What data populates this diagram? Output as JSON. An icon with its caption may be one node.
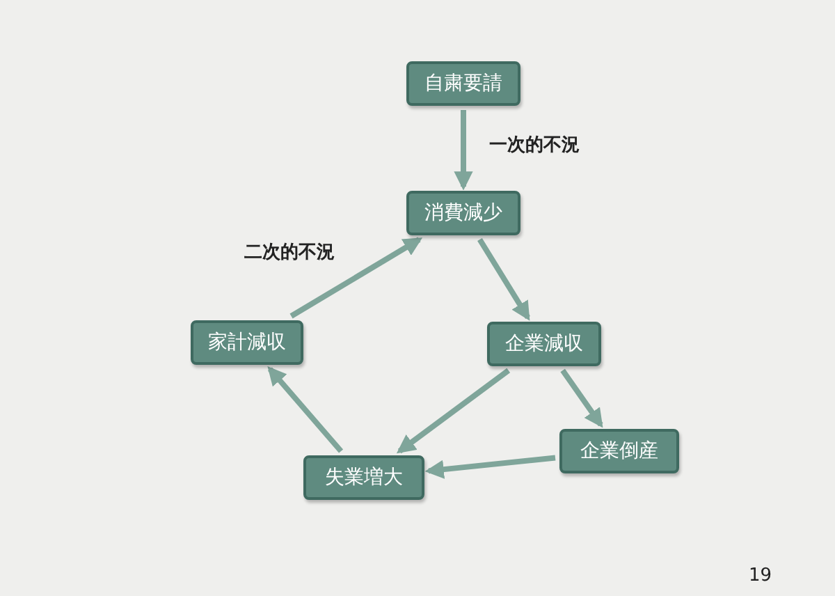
{
  "diagram": {
    "nodes": [
      {
        "text": [
          "自粛要請"
        ]
      },
      {
        "text": [
          "消費減少"
        ]
      },
      {
        "text": [
          "企業減収"
        ]
      },
      {
        "text": [
          "企業倒産"
        ]
      },
      {
        "text": [
          "失業増大"
        ]
      },
      {
        "text": [
          "家計減収"
        ]
      }
    ],
    "edges": [
      {
        "from": 0,
        "to": 1,
        "arrow": "to",
        "label": "一次的不況"
      },
      {
        "from": 1,
        "to": 2,
        "arrow": "to"
      },
      {
        "from": 2,
        "to": 3,
        "arrow": "to"
      },
      {
        "from": 2,
        "to": 4,
        "arrow": "to"
      },
      {
        "from": 3,
        "to": 4,
        "arrow": "to"
      },
      {
        "from": 4,
        "to": 5,
        "arrow": "to"
      },
      {
        "from": 5,
        "to": 1,
        "arrow": "to",
        "label": "二次的不況"
      }
    ],
    "labels": [
      "19"
    ]
  }
}
